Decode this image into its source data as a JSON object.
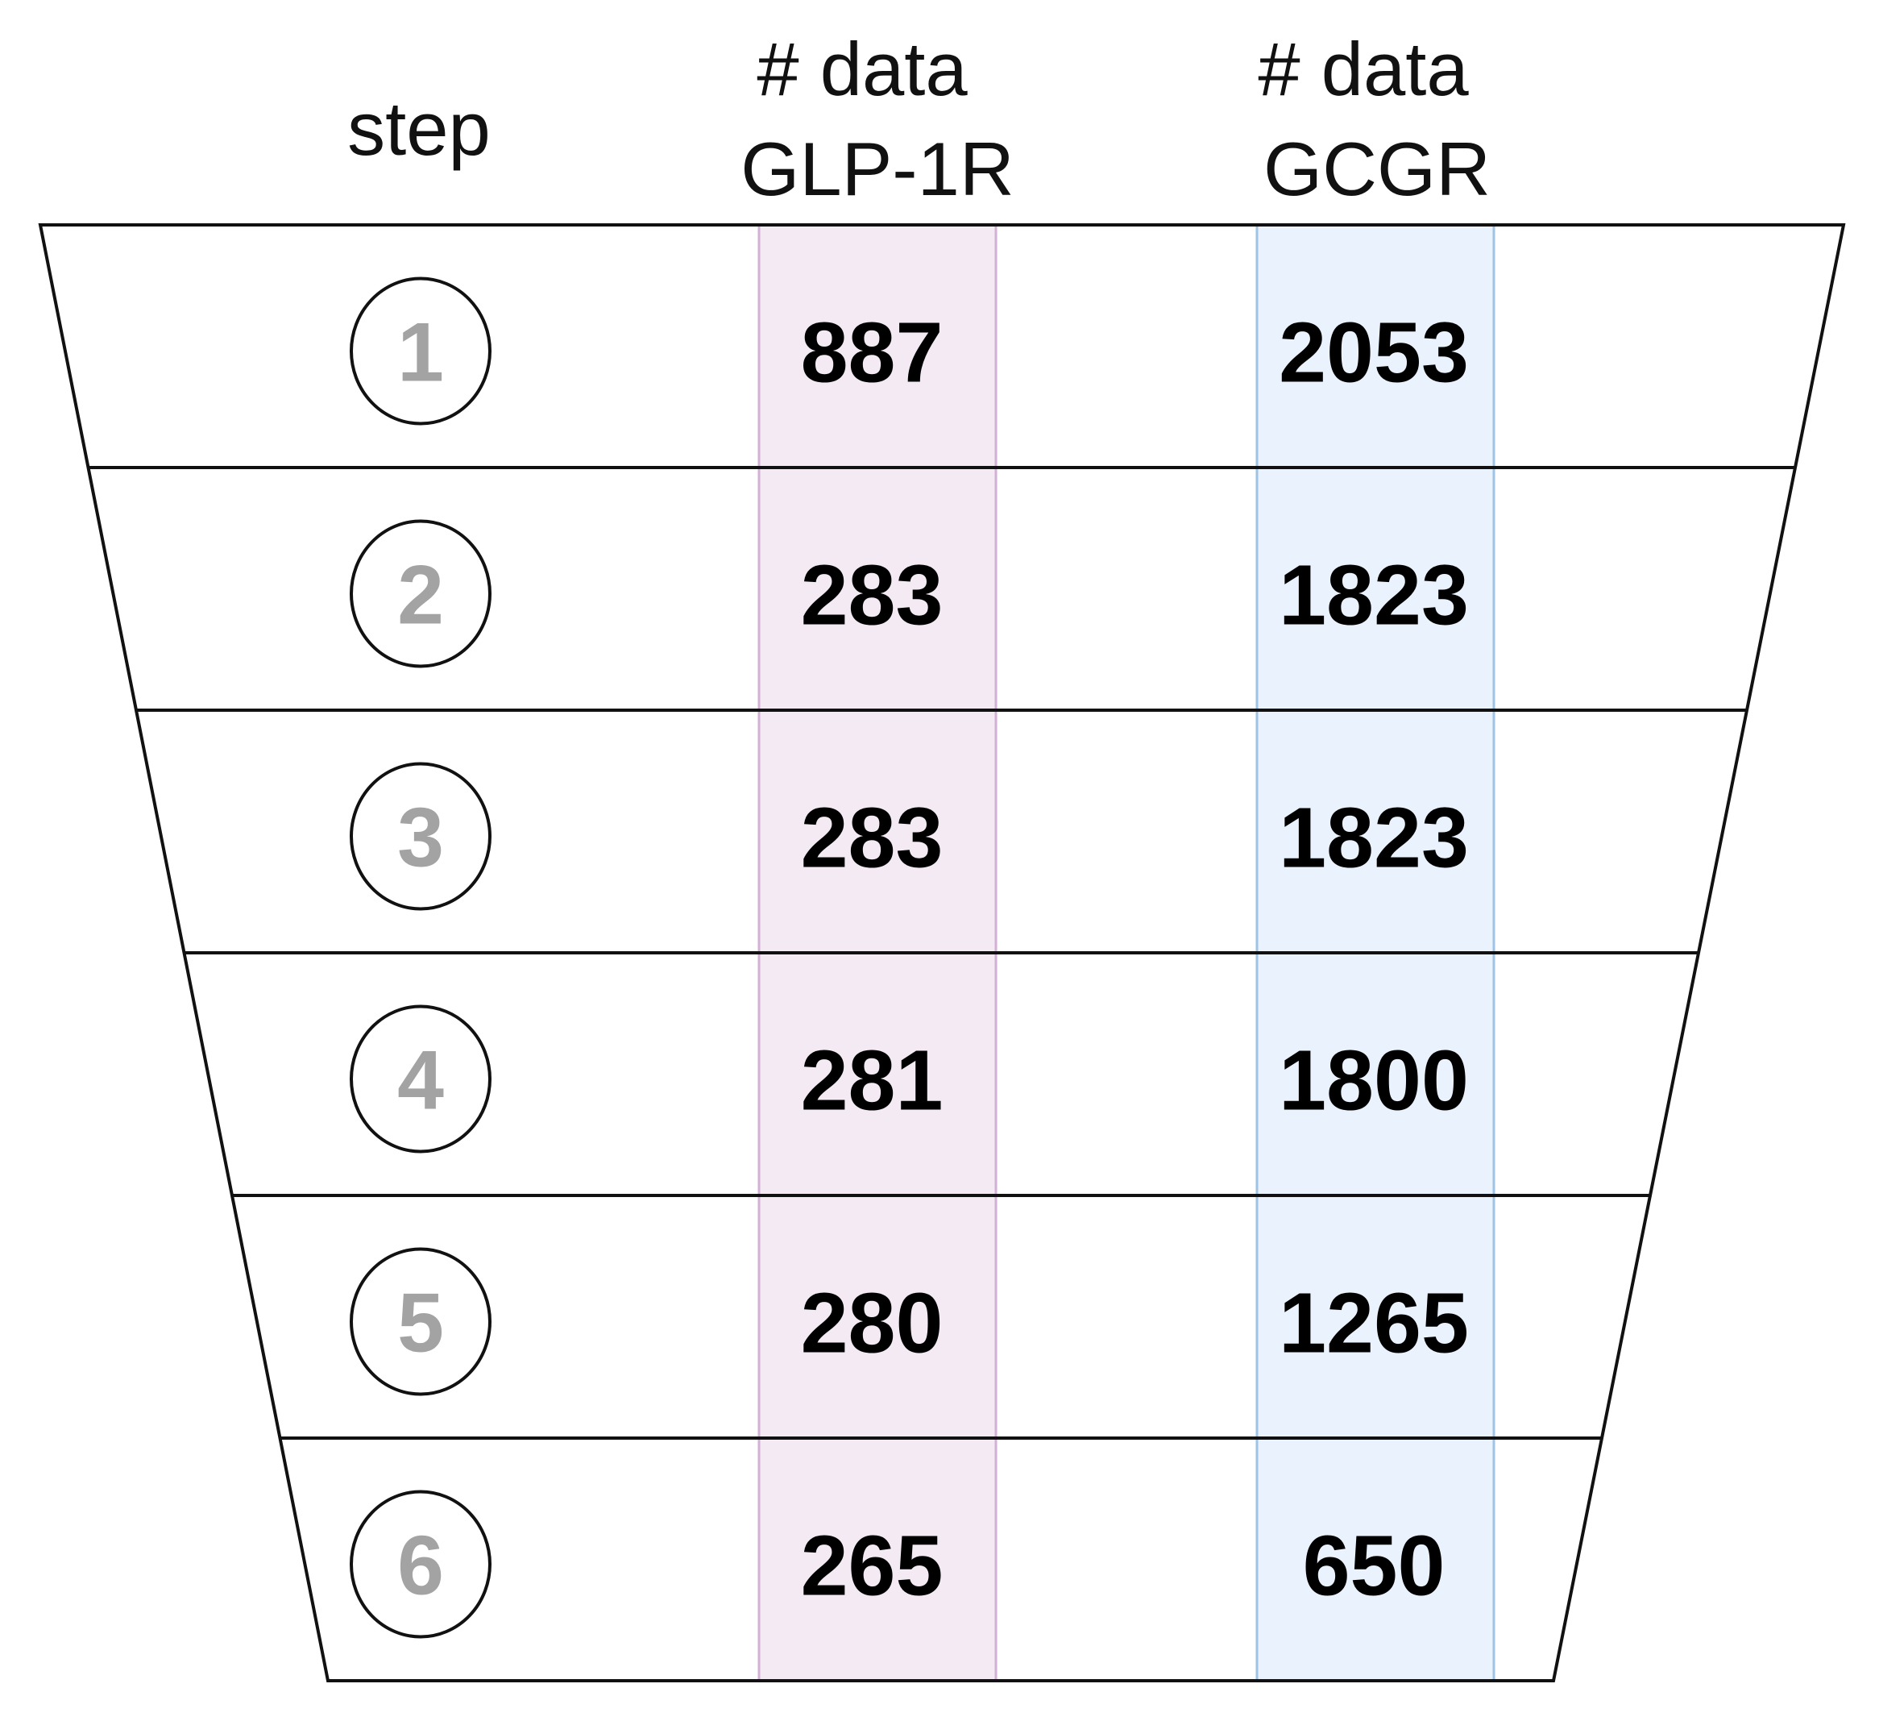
{
  "headers": {
    "step": "step",
    "glp1r_line1": "# data",
    "glp1r_line2": "GLP-1R",
    "gcgr_line1": "# data",
    "gcgr_line2": "GCGR"
  },
  "colors": {
    "glp1r_band_fill": "#f3eaf3",
    "glp1r_band_stroke": "#d3b0d6",
    "gcgr_band_fill": "#eaf3fd",
    "gcgr_band_stroke": "#9ec3e4",
    "step_number": "#a3a3a3",
    "outline": "#111111"
  },
  "rows": [
    {
      "step": "1",
      "glp1r": "887",
      "gcgr": "2053"
    },
    {
      "step": "2",
      "glp1r": "283",
      "gcgr": "1823"
    },
    {
      "step": "3",
      "glp1r": "283",
      "gcgr": "1823"
    },
    {
      "step": "4",
      "glp1r": "281",
      "gcgr": "1800"
    },
    {
      "step": "5",
      "glp1r": "280",
      "gcgr": "1265"
    },
    {
      "step": "6",
      "glp1r": "265",
      "gcgr": "650"
    }
  ]
}
